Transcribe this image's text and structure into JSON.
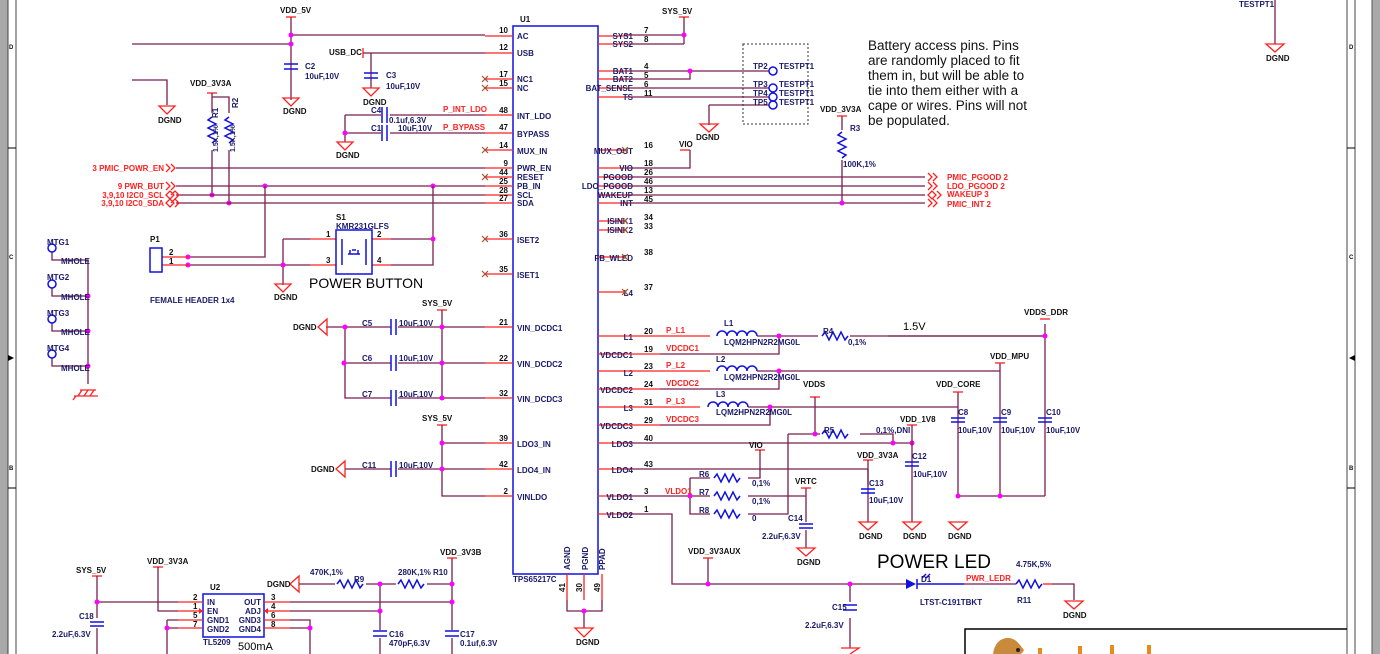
{
  "sheet": {
    "zone_labels_left": [
      "D",
      "C",
      "B"
    ],
    "zone_labels_right": [
      "D",
      "C",
      "B"
    ],
    "colors": {
      "wire": "#7b1f4f",
      "pin": "#ff2020",
      "symbol": "#1010e0",
      "junction": "#ff00ff",
      "net_label": "#ff2020"
    }
  },
  "u1": {
    "ref": "U1",
    "part": "TPS65217C",
    "left_pins": [
      {
        "num": "10",
        "name": "AC"
      },
      {
        "num": "12",
        "name": "USB"
      },
      {
        "num": "17",
        "name": "NC1"
      },
      {
        "num": "15",
        "name": "NC"
      },
      {
        "num": "48",
        "name": "INT_LDO"
      },
      {
        "num": "47",
        "name": "BYPASS"
      },
      {
        "num": "14",
        "name": "MUX_IN"
      },
      {
        "num": "9",
        "name": "PWR_EN"
      },
      {
        "num": "44",
        "name": "RESET"
      },
      {
        "num": "25",
        "name": "PB_IN"
      },
      {
        "num": "28",
        "name": "SCL"
      },
      {
        "num": "27",
        "name": "SDA"
      },
      {
        "num": "36",
        "name": "ISET2"
      },
      {
        "num": "35",
        "name": "ISET1"
      },
      {
        "num": "21",
        "name": "VIN_DCDC1"
      },
      {
        "num": "22",
        "name": "VIN_DCDC2"
      },
      {
        "num": "32",
        "name": "VIN_DCDC3"
      },
      {
        "num": "39",
        "name": "LDO3_IN"
      },
      {
        "num": "42",
        "name": "LDO4_IN"
      },
      {
        "num": "2",
        "name": "VINLDO"
      }
    ],
    "right_pins": [
      {
        "num": "7",
        "name": "SYS1"
      },
      {
        "num": "8",
        "name": "SYS2"
      },
      {
        "num": "4",
        "name": "BAT1"
      },
      {
        "num": "5",
        "name": "BAT2"
      },
      {
        "num": "6",
        "name": "BAT_SENSE"
      },
      {
        "num": "11",
        "name": "TS"
      },
      {
        "num": "16",
        "name": "MUX_OUT"
      },
      {
        "num": "18",
        "name": "VIO"
      },
      {
        "num": "26",
        "name": "PGOOD"
      },
      {
        "num": "46",
        "name": "LDO_PGOOD"
      },
      {
        "num": "13",
        "name": "WAKEUP"
      },
      {
        "num": "45",
        "name": "INT"
      },
      {
        "num": "34",
        "name": "ISINK1"
      },
      {
        "num": "33",
        "name": "ISINK2"
      },
      {
        "num": "38",
        "name": "FB_WLED"
      },
      {
        "num": "37",
        "name": "L4"
      },
      {
        "num": "20",
        "name": "L1"
      },
      {
        "num": "19",
        "name": "VDCDC1"
      },
      {
        "num": "23",
        "name": "L2"
      },
      {
        "num": "24",
        "name": "VDCDC2"
      },
      {
        "num": "31",
        "name": "L3"
      },
      {
        "num": "29",
        "name": "VDCDC3"
      },
      {
        "num": "40",
        "name": "LDO3"
      },
      {
        "num": "43",
        "name": "LDO4"
      },
      {
        "num": "3",
        "name": "VLDO1"
      },
      {
        "num": "1",
        "name": "VLDO2"
      }
    ],
    "bottom_pins": [
      {
        "num": "41",
        "name": "AGND"
      },
      {
        "num": "30",
        "name": "PGND"
      },
      {
        "num": "49",
        "name": "PPAD"
      }
    ]
  },
  "power_nets": {
    "vdd_5v": "VDD_5V",
    "sys_5v": "SYS_5V",
    "usb_dc": "USB_DC",
    "vdd_3v3a": "VDD_3V3A",
    "vdd_3v3b": "VDD_3V3B",
    "vdd_3v3aux": "VDD_3V3AUX",
    "vio": "VIO",
    "vdds_ddr": "VDDS_DDR",
    "vdd_mpu": "VDD_MPU",
    "vdd_core": "VDD_CORE",
    "vdds": "VDDS",
    "vdd_1v8": "VDD_1V8",
    "vrtc": "VRTC",
    "dgnd": "DGND"
  },
  "net_labels": {
    "p_int_ldo": "P_INT_LDO",
    "p_bypass": "P_BYPASS",
    "p_l1": "P_L1",
    "p_l2": "P_L2",
    "p_l3": "P_L3",
    "vdcdc1": "VDCDC1",
    "vdcdc2": "VDCDC2",
    "vdcdc3": "VDCDC3",
    "vldo1": "VLDO1",
    "pwr_ledr": "PWR_LEDR",
    "v1_5": "1.5V"
  },
  "offpage_left": [
    {
      "label": "3  PMIC_POWR_EN"
    },
    {
      "label": "9  PWR_BUT"
    },
    {
      "label": "3,9,10  I2C0_SCL"
    },
    {
      "label": "3,9,10  I2C0_SDA"
    }
  ],
  "offpage_right": [
    {
      "label": "PMIC_PGOOD  2"
    },
    {
      "label": "LDO_PGOOD  2"
    },
    {
      "label": "WAKEUP  3"
    },
    {
      "label": "PMIC_INT  2"
    }
  ],
  "components": {
    "c1": {
      "ref": "C1",
      "value": "10uF,10V"
    },
    "c2": {
      "ref": "C2",
      "value": "10uF,10V"
    },
    "c3": {
      "ref": "C3",
      "value": "10uF,10V"
    },
    "c4": {
      "ref": "C4",
      "value": "0.1uf,6.3V"
    },
    "c5": {
      "ref": "C5",
      "value": "10uF,10V"
    },
    "c6": {
      "ref": "C6",
      "value": "10uF,10V"
    },
    "c7": {
      "ref": "C7",
      "value": "10uF,10V"
    },
    "c8": {
      "ref": "C8",
      "value": "10uF,10V"
    },
    "c9": {
      "ref": "C9",
      "value": "10uF,10V"
    },
    "c10": {
      "ref": "C10",
      "value": "10uF,10V"
    },
    "c11": {
      "ref": "C11",
      "value": "10uF,10V"
    },
    "c12": {
      "ref": "C12",
      "value": "10uF,10V"
    },
    "c13": {
      "ref": "C13",
      "value": "10uF,10V"
    },
    "c14": {
      "ref": "C14",
      "value": "2.2uF,6.3V"
    },
    "c15": {
      "ref": "C15",
      "value": "2.2uF,6.3V"
    },
    "c16": {
      "ref": "C16",
      "value": "470pF,6.3V"
    },
    "c17": {
      "ref": "C17",
      "value": "0.1uf,6.3V"
    },
    "c18": {
      "ref": "C18",
      "value": "2.2uF,6.3V"
    },
    "r1": {
      "ref": "R1",
      "value": "1.5K,1%"
    },
    "r2": {
      "ref": "R2",
      "value": "1.5K,1%"
    },
    "r3": {
      "ref": "R3",
      "value": "100K,1%"
    },
    "r4": {
      "ref": "R4",
      "value": "0,1%"
    },
    "r5": {
      "ref": "R5",
      "value": "0,1%,DNI"
    },
    "r6": {
      "ref": "R6",
      "value": "0,1%"
    },
    "r7": {
      "ref": "R7",
      "value": "0,1%"
    },
    "r8": {
      "ref": "R8",
      "value": "0"
    },
    "r9": {
      "ref": "R9",
      "value": "470K,1%"
    },
    "r10": {
      "ref": "R10",
      "value": "280K,1%"
    },
    "r11": {
      "ref": "R11",
      "value": "4.75K,5%"
    },
    "l1": {
      "ref": "L1",
      "value": "LQM2HPN2R2MG0L"
    },
    "l2": {
      "ref": "L2",
      "value": "LQM2HPN2R2MG0L"
    },
    "l3": {
      "ref": "L3",
      "value": "LQM2HPN2R2MG0L"
    },
    "s1": {
      "ref": "S1",
      "value": "KMR231GLFS",
      "title": "POWER BUTTON",
      "pins": [
        "1",
        "2",
        "3",
        "4"
      ]
    },
    "p1": {
      "ref": "P1",
      "value": "FEMALE HEADER 1x4",
      "pins": [
        "2",
        "1"
      ]
    },
    "d1": {
      "ref": "D1",
      "value": "LTST-C191TBKT",
      "title": "POWER LED"
    },
    "u2": {
      "ref": "U2",
      "part": "TL5209",
      "rating": "500mA",
      "left": [
        {
          "num": "2",
          "name": "IN"
        },
        {
          "num": "1",
          "name": "EN"
        },
        {
          "num": "5",
          "name": "GND1"
        },
        {
          "num": "7",
          "name": "GND2"
        }
      ],
      "right": [
        {
          "num": "3",
          "name": "OUT"
        },
        {
          "num": "4",
          "name": "ADJ"
        },
        {
          "num": "6",
          "name": "GND3"
        },
        {
          "num": "8",
          "name": "GND4"
        }
      ]
    },
    "testpoints": [
      {
        "ref": "TP2",
        "value": "TESTPT1"
      },
      {
        "ref": "TP3",
        "value": "TESTPT1"
      },
      {
        "ref": "TP4",
        "value": "TESTPT1"
      },
      {
        "ref": "TP5",
        "value": "TESTPT1"
      }
    ],
    "testpt_top": "TESTPT1",
    "mounting_holes": [
      {
        "ref": "MTG1",
        "value": "MHOLE"
      },
      {
        "ref": "MTG2",
        "value": "MHOLE"
      },
      {
        "ref": "MTG3",
        "value": "MHOLE"
      },
      {
        "ref": "MTG4",
        "value": "MHOLE"
      }
    ]
  },
  "note": {
    "lines": [
      "Battery access pins. Pins",
      "are randomly placed to fit",
      "them in, but will be able to",
      "tie into them either with a",
      "cape or wires. Pins will not",
      "be  populated."
    ]
  }
}
